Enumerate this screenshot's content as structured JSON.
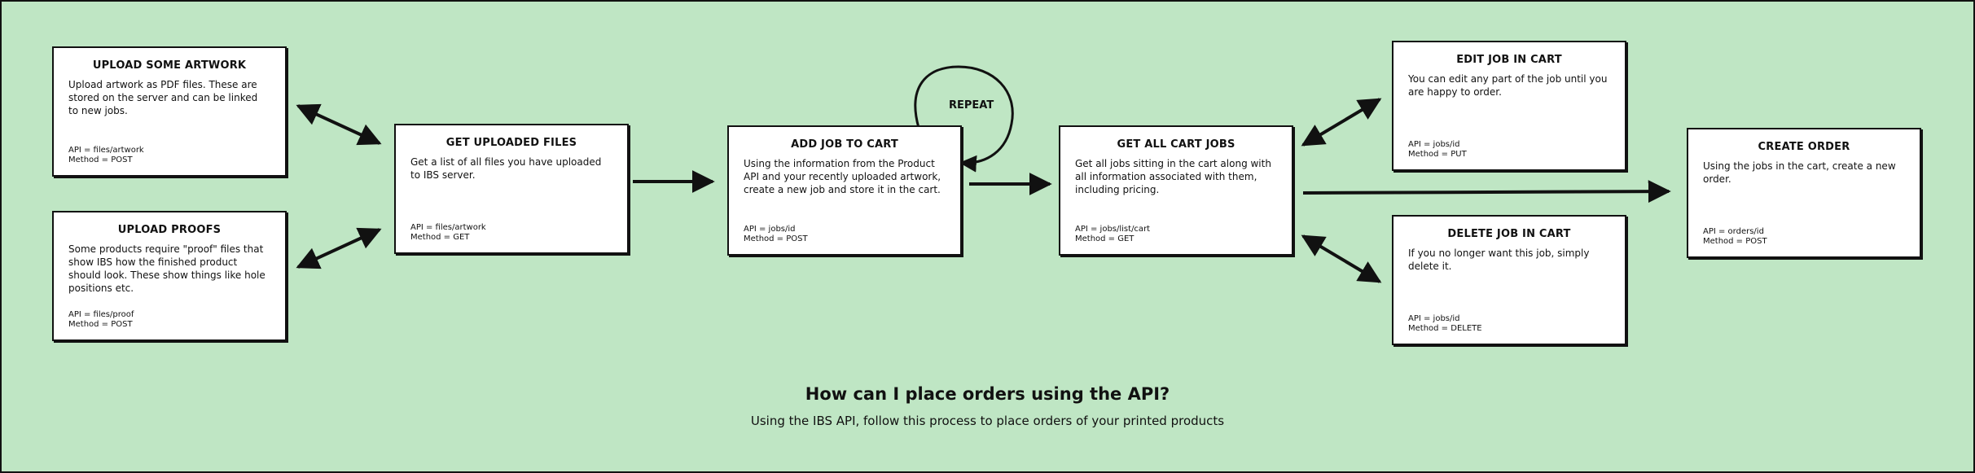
{
  "diagram": {
    "heading": "How can I place orders using the API?",
    "subheading": "Using the IBS API, follow this process to place orders of your printed products",
    "loop_label": "REPEAT",
    "boxes": {
      "upload_artwork": {
        "title": "UPLOAD SOME ARTWORK",
        "desc": "Upload artwork as PDF files. These are stored on the server and can be linked to new jobs.",
        "api": "API = files/artwork",
        "method": "Method = POST"
      },
      "upload_proofs": {
        "title": "UPLOAD PROOFS",
        "desc": "Some products require \"proof\" files that show IBS how the finished product should look. These show things like hole positions etc.",
        "api": "API = files/proof",
        "method": "Method = POST"
      },
      "get_uploaded_files": {
        "title": "GET UPLOADED FILES",
        "desc": "Get a list of all files you have uploaded to IBS server.",
        "api": "API = files/artwork",
        "method": "Method = GET"
      },
      "add_job_to_cart": {
        "title": "ADD JOB TO CART",
        "desc": "Using the information from the Product API and your recently uploaded artwork, create a new job and store it in the cart.",
        "api": "API = jobs/id",
        "method": "Method = POST"
      },
      "get_all_cart_jobs": {
        "title": "GET ALL CART JOBS",
        "desc": "Get all jobs sitting in the cart along with all information associated with them, including pricing.",
        "api": "API = jobs/list/cart",
        "method": "Method = GET"
      },
      "edit_job_in_cart": {
        "title": "EDIT JOB IN CART",
        "desc": "You can edit any part of the job until you are happy to order.",
        "api": "API = jobs/id",
        "method": "Method = PUT"
      },
      "delete_job_in_cart": {
        "title": "DELETE JOB IN CART",
        "desc": "If you no longer want this job, simply delete it.",
        "api": "API = jobs/id",
        "method": "Method = DELETE"
      },
      "create_order": {
        "title": "CREATE ORDER",
        "desc": "Using the jobs in the cart, create a new order.",
        "api": "API = orders/id",
        "method": "Method = POST"
      }
    }
  }
}
